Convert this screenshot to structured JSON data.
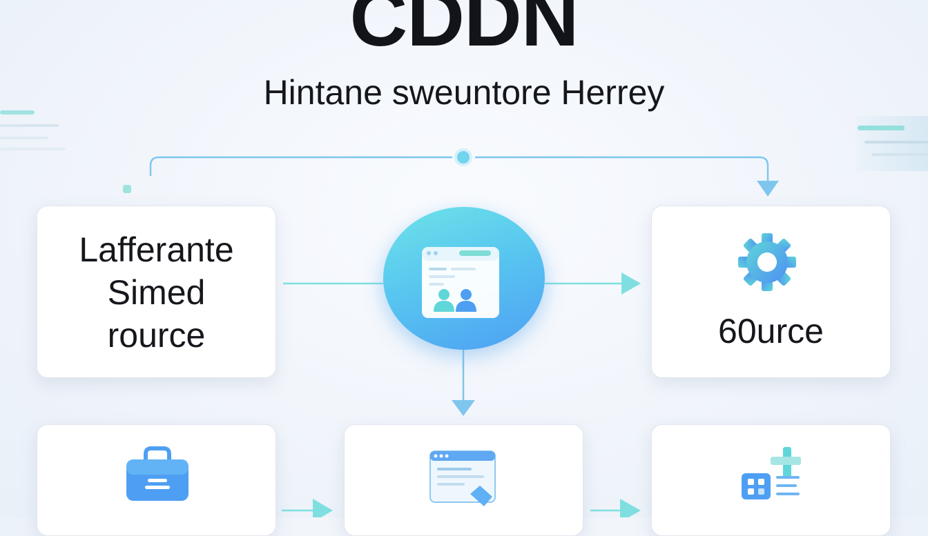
{
  "diagram": {
    "title": "CDDN",
    "subtitle": "Hintane sweuntore Herrey",
    "left_node": {
      "lines": [
        "Lafferante",
        "Simed",
        "rource"
      ]
    },
    "hub_node": {
      "icon": "browser-users-icon"
    },
    "right_node": {
      "icon": "gear-icon",
      "label": "60urce"
    },
    "bottom_nodes": [
      {
        "icon": "briefcase-icon"
      },
      {
        "icon": "browser-window-icon"
      },
      {
        "icon": "dashboard-grid-icon"
      }
    ],
    "colors": {
      "accent_teal": "#5fd6d8",
      "accent_blue": "#4e9ff3",
      "line": "#7fc6ee",
      "text": "#15171c"
    }
  }
}
